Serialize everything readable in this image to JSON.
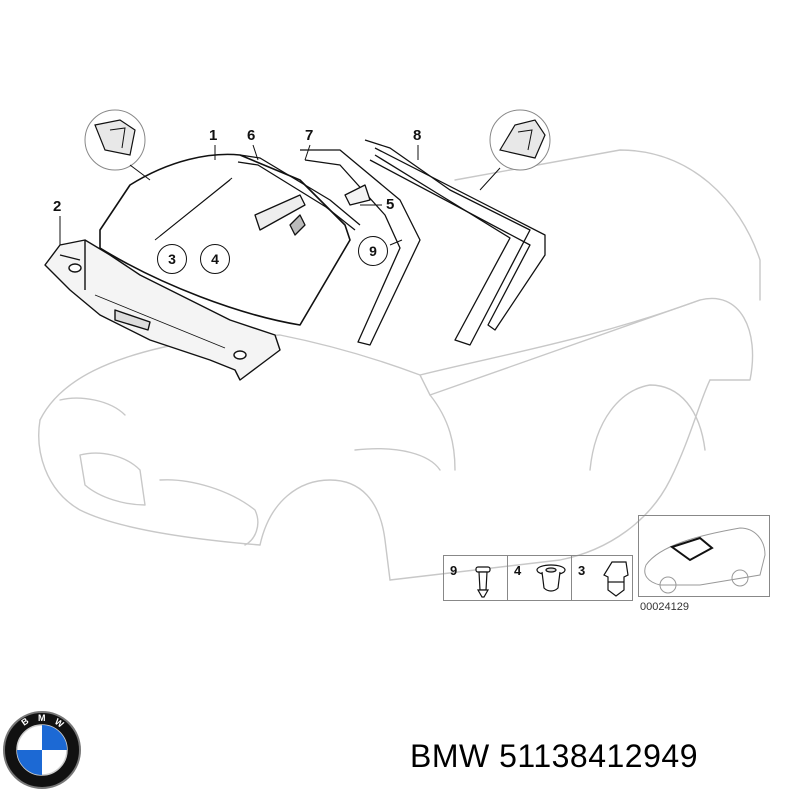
{
  "callouts": {
    "c1": "1",
    "c2": "2",
    "c5": "5",
    "c6": "6",
    "c7": "7",
    "c8": "8"
  },
  "circled": {
    "c3": "3",
    "c4": "4",
    "c9": "9"
  },
  "legend": [
    {
      "number": "9",
      "icon": "push-rivet-icon"
    },
    {
      "number": "4",
      "icon": "grommet-icon"
    },
    {
      "number": "3",
      "icon": "clip-icon"
    }
  ],
  "diagram_ref": "00024129",
  "logo": {
    "text": "BMW",
    "colors": {
      "blue": "#1c69d4",
      "ring": "#111111",
      "white": "#ffffff"
    }
  },
  "caption": "BMW 51138412949"
}
